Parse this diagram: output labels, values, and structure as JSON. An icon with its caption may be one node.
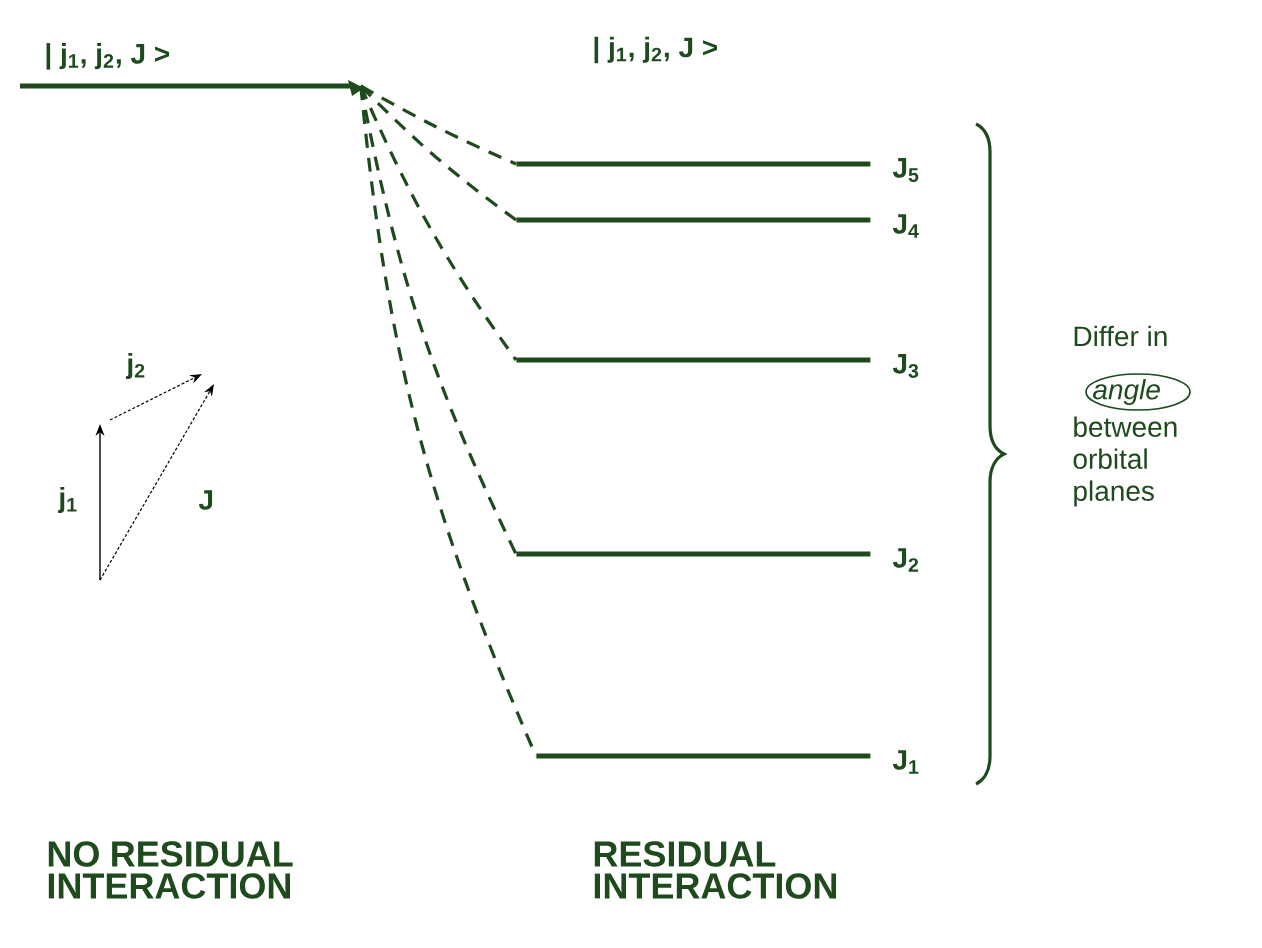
{
  "diagram": {
    "nodes": [
      {
        "text": [
          "| j$_{1}$, j$_{2}$, J >"
        ]
      },
      {
        "text": [],
        "shape": "bar",
        "beside": [
          "J$_{5}$"
        ]
      },
      {
        "text": [],
        "shape": "bar",
        "beside": [
          "J$_{4}$"
        ]
      },
      {
        "text": [],
        "shape": "bar",
        "beside": [
          "J$_{3}$"
        ]
      },
      {
        "text": [],
        "shape": "bar",
        "beside": [
          "J$_{2}$"
        ]
      },
      {
        "text": [],
        "shape": "bar",
        "beside": [
          "J$_{1}$"
        ]
      }
    ],
    "edges": [
      {
        "from": 0,
        "to": 1,
        "arrow": "none",
        "style": "dashed"
      },
      {
        "from": 0,
        "to": 2,
        "arrow": "none",
        "style": "dashed"
      },
      {
        "from": 0,
        "to": 3,
        "arrow": "none",
        "style": "dashed"
      },
      {
        "from": 0,
        "to": 4,
        "arrow": "none",
        "style": "dashed"
      },
      {
        "from": 0,
        "to": 5,
        "arrow": "none",
        "style": "dashed"
      }
    ],
    "labels": [
      "| j$_{1}$, j$_{2}$, J >",
      "j$_{2}$",
      "j$_{1}$",
      "J",
      "Differ in",
      "angle",
      "between orbital planes",
      "NO RESIDUAL INTERACTION",
      "RESIDUAL INTERACTION"
    ]
  }
}
